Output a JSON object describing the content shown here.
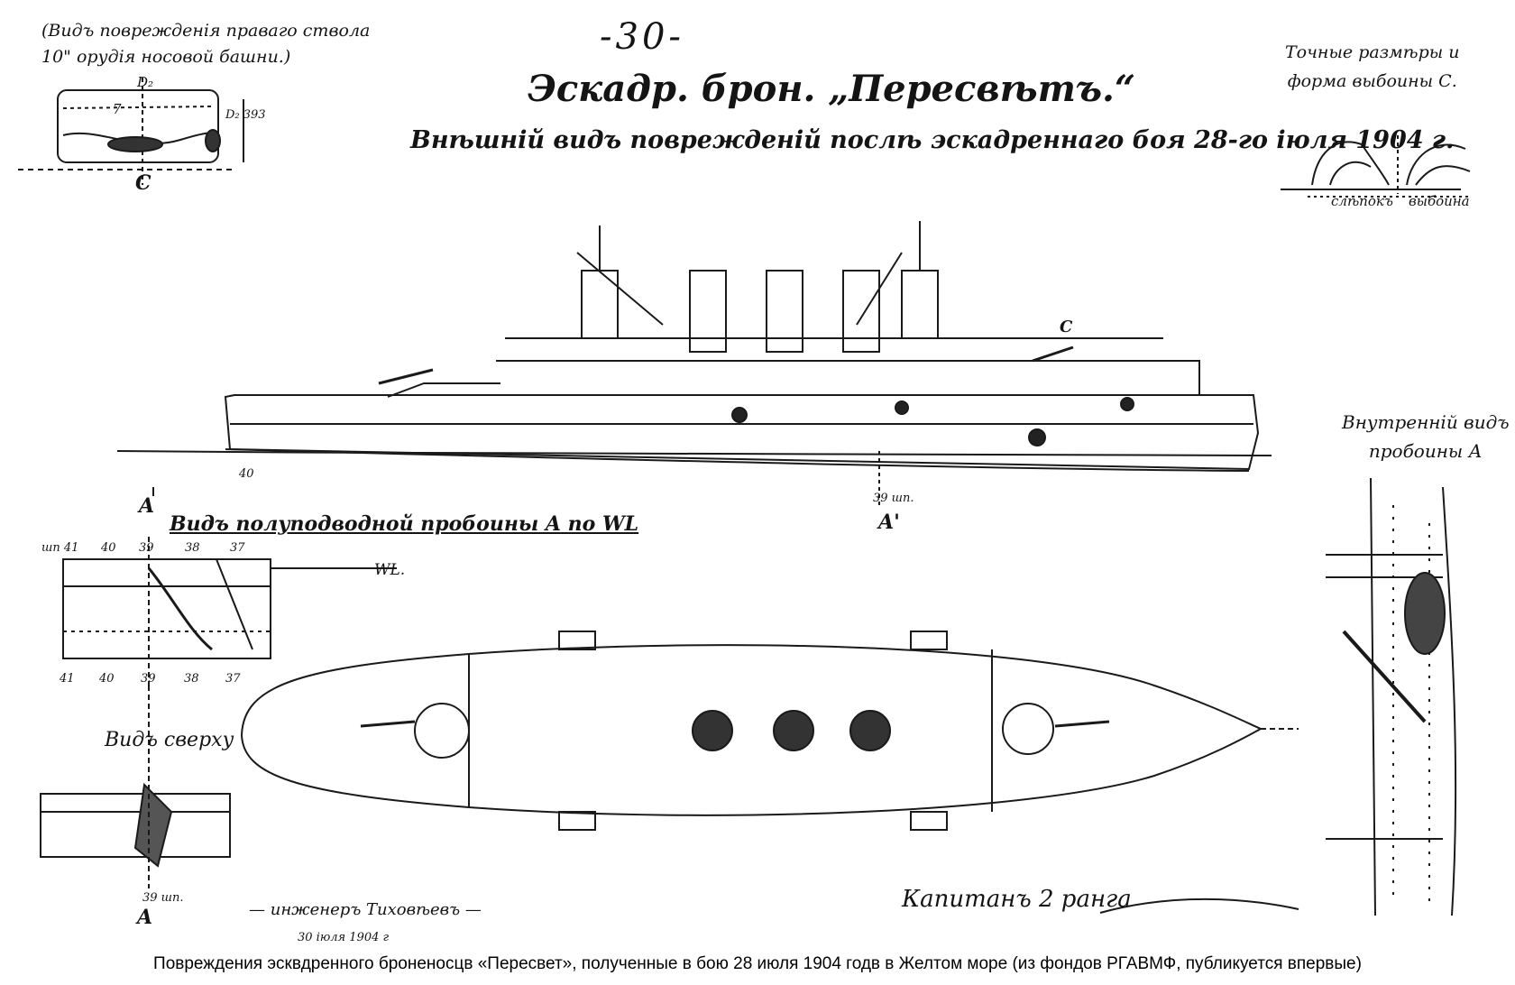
{
  "page_number": "-30-",
  "title": "Эскадр. брон. „Пересвѣтъ.“",
  "subtitle": "Внѣшнiй видъ поврежденiй послѣ эскадреннаго боя 28-го iюля 1904 г.",
  "top_left": {
    "line1": "(Видъ поврежденiя праваго ствола",
    "line2": "10\" орудiя носовой башни.)",
    "label_top": "D₂",
    "label_bottom": "C",
    "label_side": "D₂ 393",
    "label_inner": "7"
  },
  "top_right": {
    "line1": "Точные размѣры и",
    "line2": "форма выбоины С.",
    "label_left": "слѣпокъ",
    "label_right": "выбоина"
  },
  "side_view": {
    "mark_c": "C",
    "mark_40": "40",
    "mark_a_left": "A",
    "mark_a_right": "A'",
    "frame_label": "39 шп."
  },
  "inner_view": {
    "line1": "Внутреннiй видъ",
    "line2": "пробоины А"
  },
  "underwater_view": {
    "title": "Видъ полуподводной пробоины A по WL",
    "wl": "WL.",
    "frames_top": [
      "шп 41",
      "40",
      "39",
      "38",
      "37"
    ],
    "frames_bottom": [
      "41",
      "40",
      "39",
      "38",
      "37"
    ]
  },
  "top_view_label": "Видъ сверху",
  "bottom_left": {
    "frame_label": "39 шп.",
    "mark_a": "A"
  },
  "engineer": "— инженеръ Тиховѣевъ —",
  "date": "30 iюля 1904 г",
  "signature": "Капитанъ 2 ранга",
  "caption": "Повреждения эсквдренного броненосцв «Пересвет», полученные в бою 28 июля 1904 годв в Желтом море (из фондов РГАВМФ, публикуется впервые)"
}
